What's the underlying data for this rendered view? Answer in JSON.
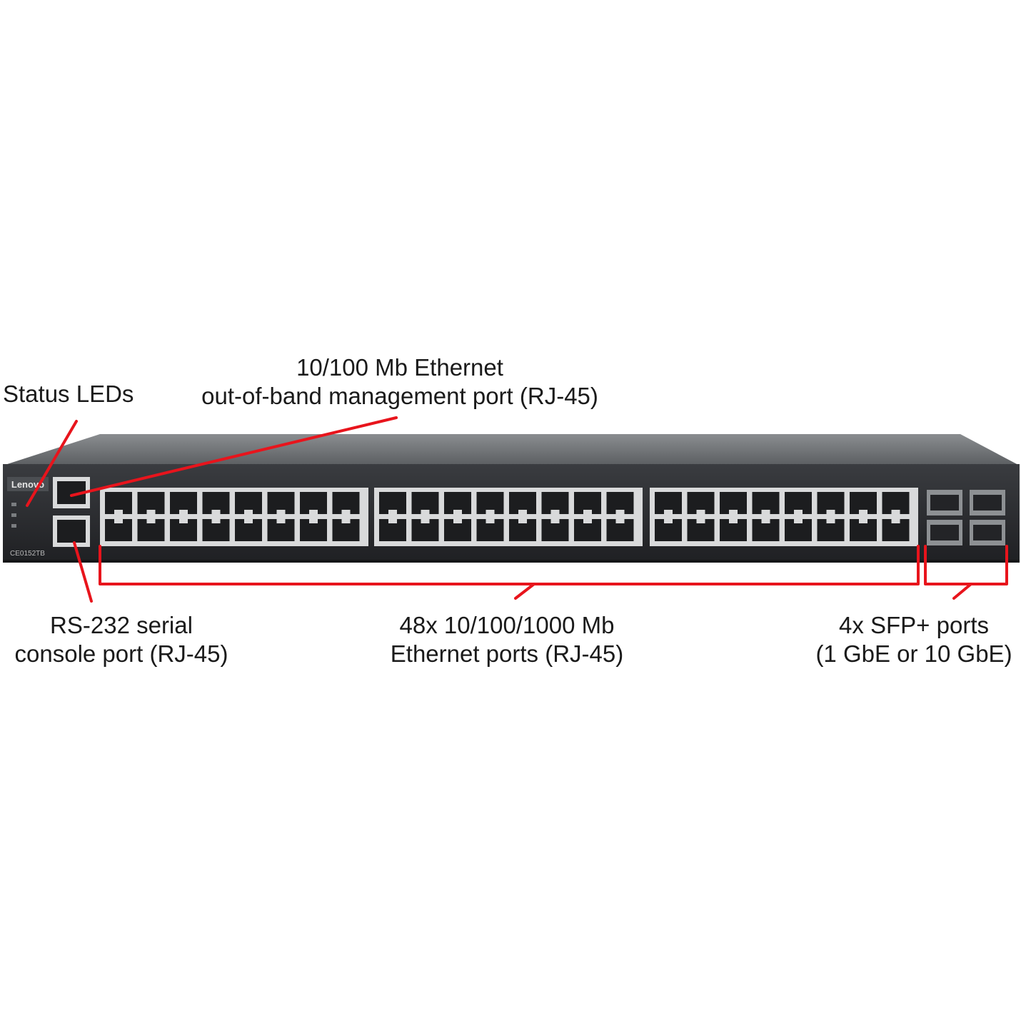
{
  "device": {
    "brand": "Lenovo",
    "model": "CE0152TB"
  },
  "callouts": {
    "status_leds": {
      "line1": "Status LEDs"
    },
    "mgmt_port": {
      "line1": "10/100 Mb Ethernet",
      "line2": "out-of-band management port (RJ-45)"
    },
    "console_port": {
      "line1": "RS-232 serial",
      "line2": "console port (RJ-45)"
    },
    "ethernet_ports": {
      "line1": "48x 10/100/1000 Mb",
      "line2": "Ethernet ports (RJ-45)"
    },
    "sfp_ports": {
      "line1": "4x SFP+ ports",
      "line2": "(1 GbE or 10 GbE)"
    }
  },
  "colors": {
    "annotation": "#e8141c",
    "chassis": "#2b2d30",
    "chassis_top": "#6f7275",
    "port_frame": "#d9dadb",
    "port_hole": "#1c1d1f"
  }
}
